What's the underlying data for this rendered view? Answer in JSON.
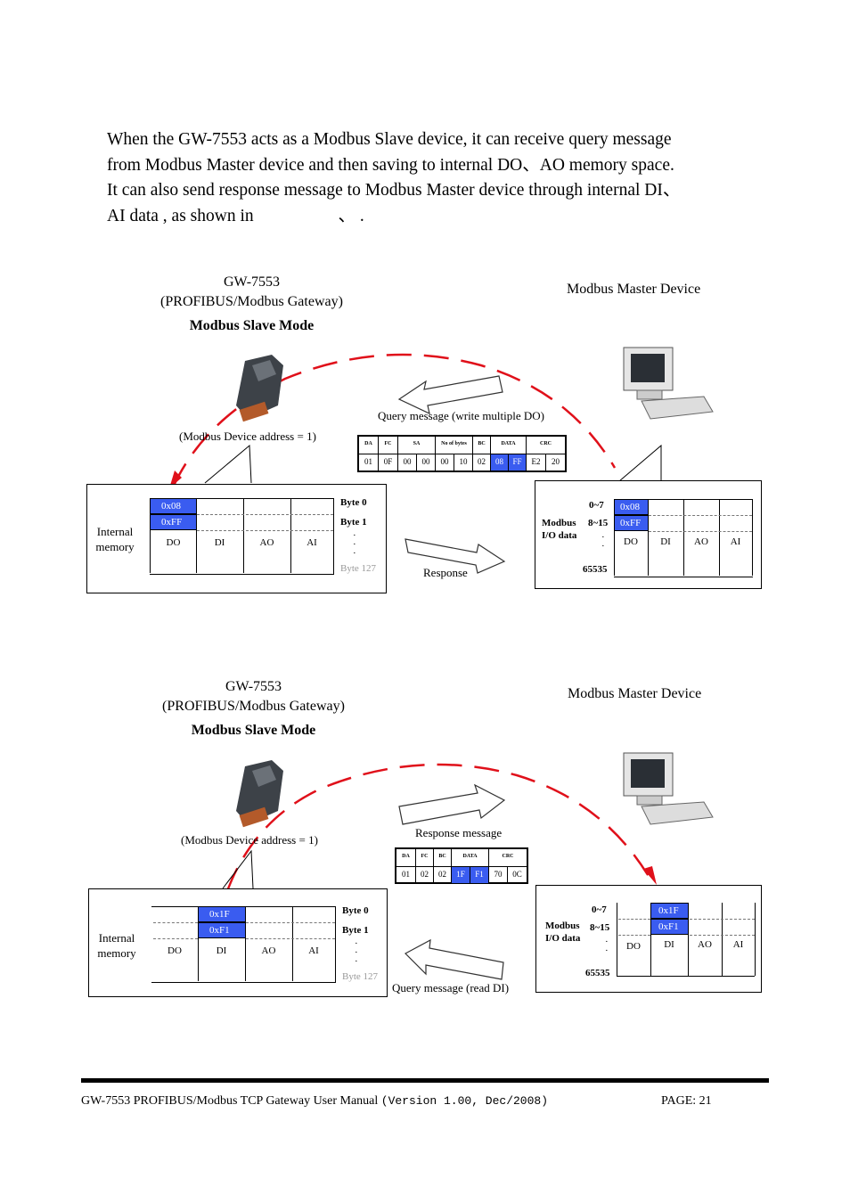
{
  "paragraph": {
    "line1": "When the GW-7553 acts as a Modbus Slave device, it can receive query message",
    "line2": "from Modbus Master device and then saving to internal DO、AO memory space.",
    "line3": "It can also send response message to Modbus Master device through internal DI、",
    "line4": "AI data , as shown in ",
    "line4_tail": "、 ."
  },
  "diagram1": {
    "gateway_name": "GW-7553",
    "gateway_desc": "(PROFIBUS/Modbus Gateway)",
    "mode": "Modbus Slave Mode",
    "master": "Modbus Master Device",
    "device_address": "(Modbus Device address = 1)",
    "message_label": "Query message (write multiple DO)",
    "table_headers": [
      "DA",
      "FC",
      "SA",
      "No of bytes",
      "BC",
      "DATA",
      "CRC"
    ],
    "table_values": [
      "01",
      "0F",
      "00",
      "00",
      "00",
      "10",
      "02",
      "08",
      "FF",
      "E2",
      "20"
    ],
    "response_label": "Response",
    "internal_label": "Internal memory",
    "mem_values": [
      "0x08",
      "0xFF"
    ],
    "mem_cols": [
      "DO",
      "DI",
      "AO",
      "AI"
    ],
    "bytes": [
      "Byte 0",
      "Byte 1",
      "Byte 127"
    ],
    "master_io_label": "Modbus I/O data",
    "master_ranges": [
      "0~7",
      "8~15",
      "65535"
    ],
    "master_values": [
      "0x08",
      "0xFF"
    ],
    "master_cols": [
      "DO",
      "DI",
      "AO",
      "AI"
    ]
  },
  "diagram2": {
    "gateway_name": "GW-7553",
    "gateway_desc": "(PROFIBUS/Modbus Gateway)",
    "mode": "Modbus Slave Mode",
    "master": "Modbus Master Device",
    "device_address": "(Modbus Device address = 1)",
    "message_label": "Response message",
    "table_headers": [
      "DA",
      "FC",
      "BC",
      "DATA",
      "CRC"
    ],
    "table_values": [
      "01",
      "02",
      "02",
      "1F",
      "F1",
      "70",
      "0C"
    ],
    "query_label": "Query message (read DI)",
    "internal_label": "Internal memory",
    "mem_values": [
      "0x1F",
      "0xF1"
    ],
    "mem_cols": [
      "DO",
      "DI",
      "AO",
      "AI"
    ],
    "bytes": [
      "Byte 0",
      "Byte 1",
      "Byte 127"
    ],
    "master_io_label": "Modbus I/O data",
    "master_ranges": [
      "0~7",
      "8~15",
      "65535"
    ],
    "master_values": [
      "0x1F",
      "0xF1"
    ],
    "master_cols": [
      "DO",
      "DI",
      "AO",
      "AI"
    ]
  },
  "footer": {
    "title": "GW-7553 PROFIBUS/Modbus TCP Gateway User Manual ",
    "version": "(Version 1.00, Dec/2008)",
    "page": "PAGE: 21"
  }
}
